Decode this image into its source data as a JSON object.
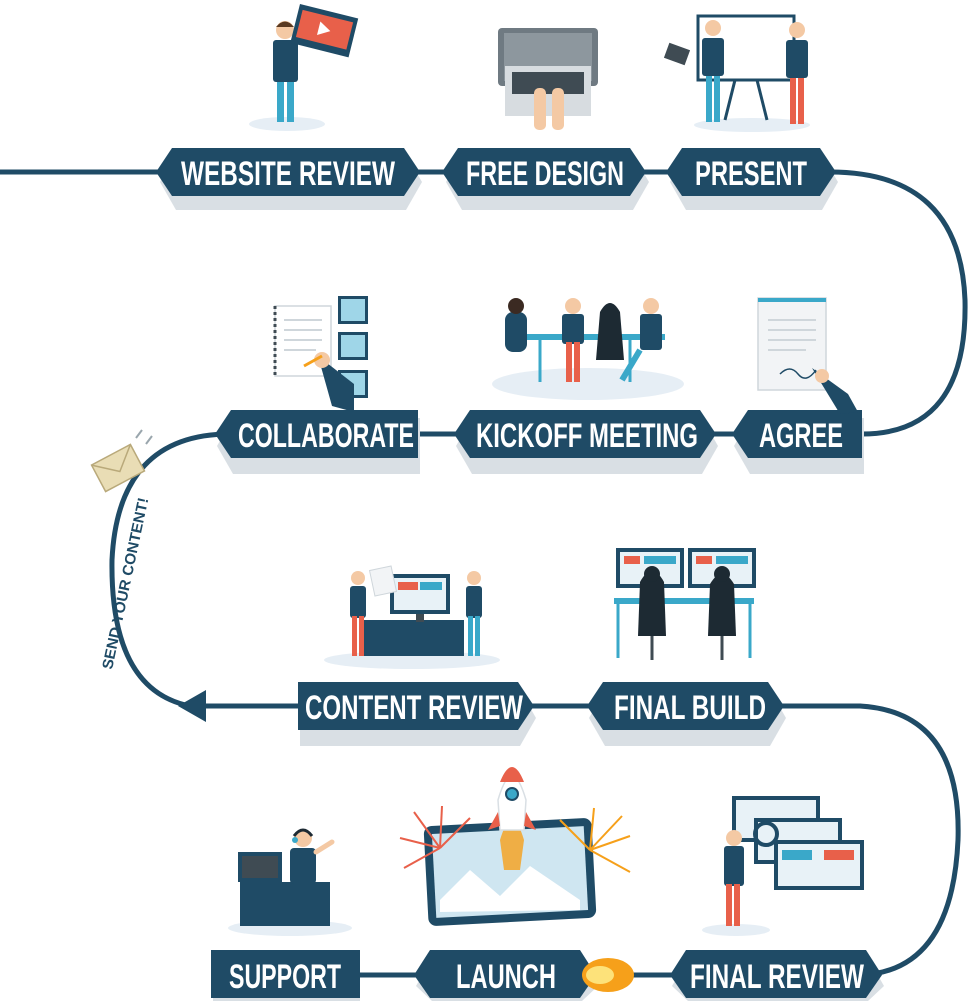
{
  "colors": {
    "track": "#1f4b66",
    "badge": "#1f4b66",
    "badge_shadow": "#d9dfe4",
    "accent_blue": "#3aa8c9",
    "accent_red": "#e8604a",
    "skin": "#f4c9a4",
    "floor": "#e6eef5",
    "flame": "#f6a01a"
  },
  "steps": [
    {
      "id": "website-review",
      "label": "WEBSITE REVIEW",
      "icon": "man-holding-video-screen-icon"
    },
    {
      "id": "free-design",
      "label": "FREE DESIGN",
      "icon": "laptop-typing-icon"
    },
    {
      "id": "present",
      "label": "PRESENT",
      "icon": "whiteboard-presentation-icon"
    },
    {
      "id": "agree",
      "label": "AGREE",
      "icon": "proposal-signing-icon"
    },
    {
      "id": "kickoff-meeting",
      "label": "KICKOFF MEETING",
      "icon": "meeting-table-icon"
    },
    {
      "id": "collaborate",
      "label": "COLLABORATE",
      "icon": "notepad-images-icon"
    },
    {
      "id": "content-review",
      "label": "CONTENT REVIEW",
      "icon": "monitor-review-icon"
    },
    {
      "id": "final-build",
      "label": "FINAL BUILD",
      "icon": "developers-at-desk-icon"
    },
    {
      "id": "final-review",
      "label": "FINAL REVIEW",
      "icon": "magnifier-screens-icon"
    },
    {
      "id": "launch",
      "label": "LAUNCH",
      "icon": "rocket-launch-icon"
    },
    {
      "id": "support",
      "label": "SUPPORT",
      "icon": "support-agent-icon"
    }
  ],
  "side_note": {
    "label": "SEND YOUR CONTENT!",
    "icon": "envelope-icon"
  }
}
